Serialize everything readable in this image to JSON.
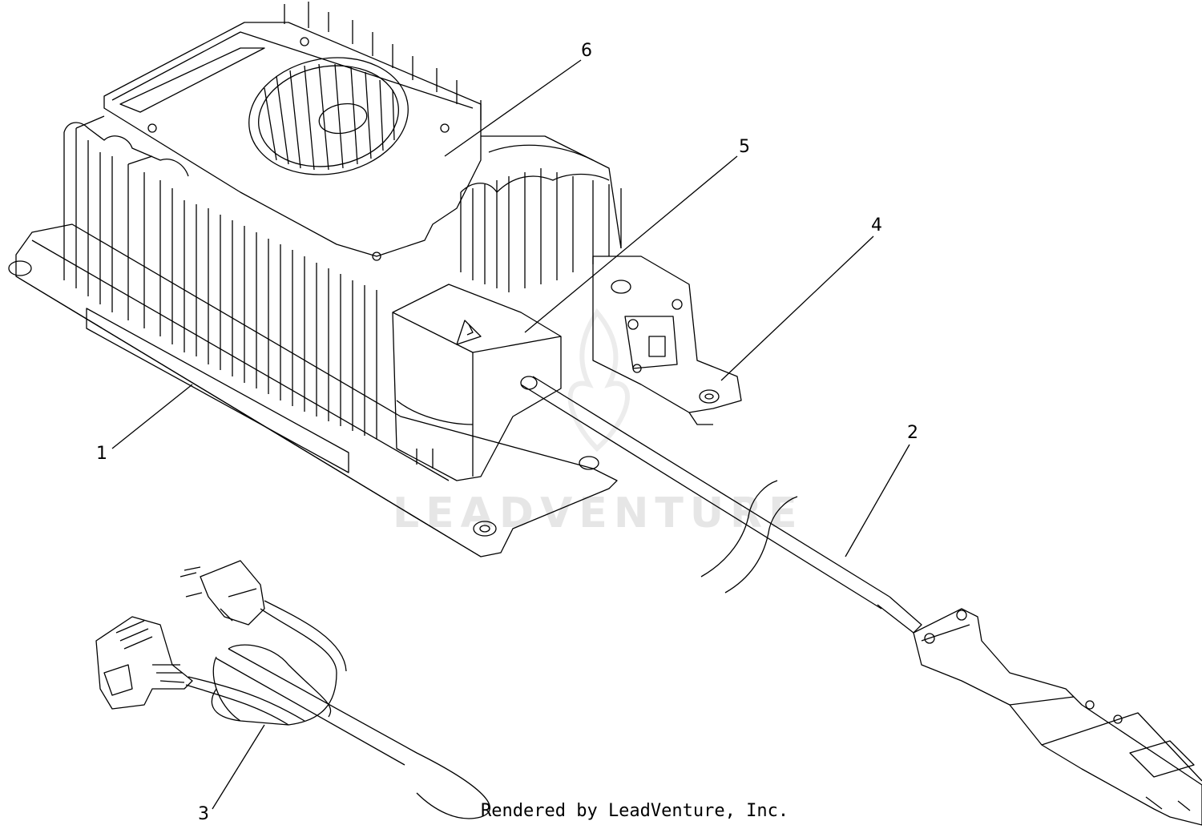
{
  "diagram": {
    "callouts": [
      {
        "id": "1",
        "label": "1"
      },
      {
        "id": "2",
        "label": "2"
      },
      {
        "id": "3",
        "label": "3"
      },
      {
        "id": "4",
        "label": "4"
      },
      {
        "id": "5",
        "label": "5"
      },
      {
        "id": "6",
        "label": "6"
      }
    ],
    "watermark": "LEADVENTURE",
    "footer": "Rendered by LeadVenture, Inc."
  },
  "colors": {
    "line": "#000000",
    "watermark": "#e6e6e6",
    "background": "#ffffff"
  }
}
